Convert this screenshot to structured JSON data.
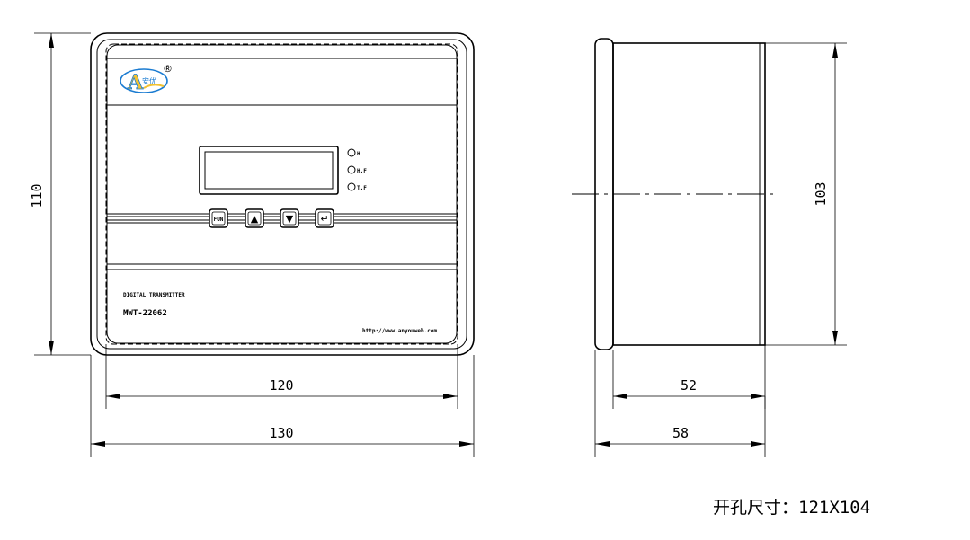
{
  "device": {
    "product_line": "DIGITAL TRANSMITTER",
    "model": "MWT-22062",
    "url": "http://www.anyouweb.com",
    "registered_mark": "®",
    "logo_text": "安优",
    "indicators": [
      "H",
      "H.F",
      "T.F"
    ],
    "buttons": {
      "fun": "FUN",
      "up": "▲",
      "down": "▼",
      "enter": "↵"
    }
  },
  "dimensions": {
    "front_height": "110",
    "panel_width": "120",
    "total_width": "130",
    "side_height": "103",
    "body_depth": "52",
    "total_depth": "58"
  },
  "note": "开孔尺寸：121X104"
}
